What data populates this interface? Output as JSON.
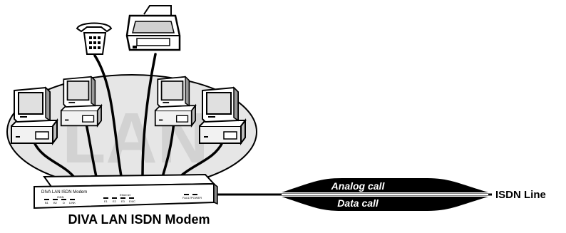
{
  "watermark": "LAN",
  "modem": {
    "name_label": "DIVA LAN ISDN Modem",
    "isdn_group": "ISDN",
    "ethernet_group": "Ethernet",
    "led_labels_left": [
      "B1",
      "B2",
      "D",
      "LINK"
    ],
    "led_labels_mid": [
      "E1",
      "E2",
      "E3",
      "E4/C"
    ],
    "led_labels_right": [
      "FAULT",
      "POWER"
    ]
  },
  "connection": {
    "analog_call": "Analog call",
    "data_call": "Data call",
    "line_label": "ISDN Line"
  },
  "caption": "DIVA LAN ISDN Modem",
  "colors": {
    "ink": "#000000",
    "lan_bubble": "#e6e6e6",
    "paper": "#ffffff"
  }
}
